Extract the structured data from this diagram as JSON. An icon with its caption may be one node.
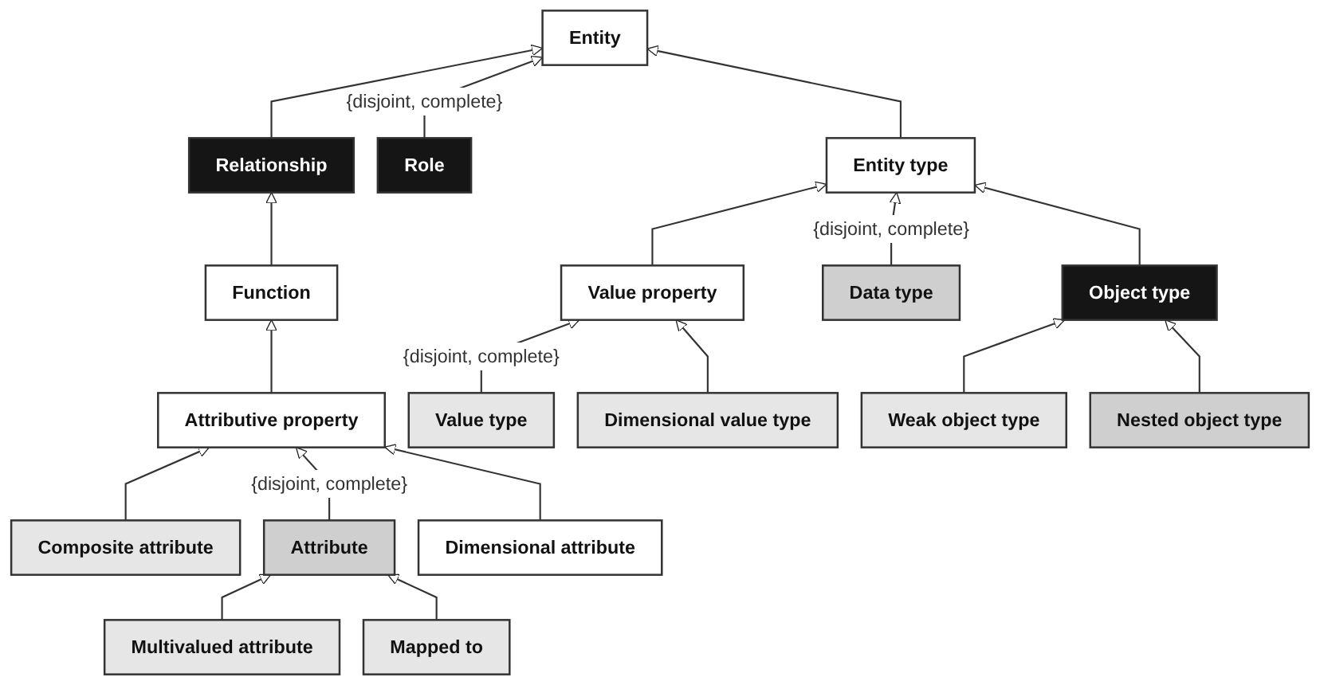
{
  "diagram": {
    "nodes": [
      {
        "text": [
          "Entity"
        ]
      },
      {
        "text": [
          "Relationship"
        ]
      },
      {
        "text": [
          "Role"
        ]
      },
      {
        "text": [
          "Entity type"
        ]
      },
      {
        "text": [
          "Function"
        ]
      },
      {
        "text": [
          "Value property"
        ]
      },
      {
        "text": [
          "Data type"
        ]
      },
      {
        "text": [
          "Object type"
        ]
      },
      {
        "text": [
          "Attributive property"
        ]
      },
      {
        "text": [
          "Value type"
        ]
      },
      {
        "text": [
          "Dimensional value type"
        ]
      },
      {
        "text": [
          "Weak object type"
        ]
      },
      {
        "text": [
          "Nested object type"
        ]
      },
      {
        "text": [
          "Composite attribute"
        ]
      },
      {
        "text": [
          "Attribute"
        ]
      },
      {
        "text": [
          "Dimensional attribute"
        ]
      },
      {
        "text": [
          "Multivalued attribute"
        ]
      },
      {
        "text": [
          "Mapped to"
        ]
      }
    ],
    "edges": [
      {
        "from": 1,
        "to": 0,
        "arrow": "to"
      },
      {
        "from": 2,
        "to": 0,
        "arrow": "to",
        "label": "{disjoint, complete}"
      },
      {
        "from": 3,
        "to": 0,
        "arrow": "to"
      },
      {
        "from": 4,
        "to": 1,
        "arrow": "to"
      },
      {
        "from": 5,
        "to": 3,
        "arrow": "to"
      },
      {
        "from": 6,
        "to": 3,
        "arrow": "to",
        "label": "{disjoint, complete}"
      },
      {
        "from": 7,
        "to": 3,
        "arrow": "to"
      },
      {
        "from": 8,
        "to": 4,
        "arrow": "to"
      },
      {
        "from": 9,
        "to": 5,
        "arrow": "to",
        "label": "{disjoint, complete}"
      },
      {
        "from": 10,
        "to": 5,
        "arrow": "to"
      },
      {
        "from": 11,
        "to": 7,
        "arrow": "to"
      },
      {
        "from": 12,
        "to": 7,
        "arrow": "to"
      },
      {
        "from": 13,
        "to": 8,
        "arrow": "to"
      },
      {
        "from": 14,
        "to": 8,
        "arrow": "to",
        "label": "{disjoint, complete}"
      },
      {
        "from": 15,
        "to": 8,
        "arrow": "to"
      },
      {
        "from": 16,
        "to": 14,
        "arrow": "to"
      },
      {
        "from": 17,
        "to": 14,
        "arrow": "to"
      }
    ]
  }
}
